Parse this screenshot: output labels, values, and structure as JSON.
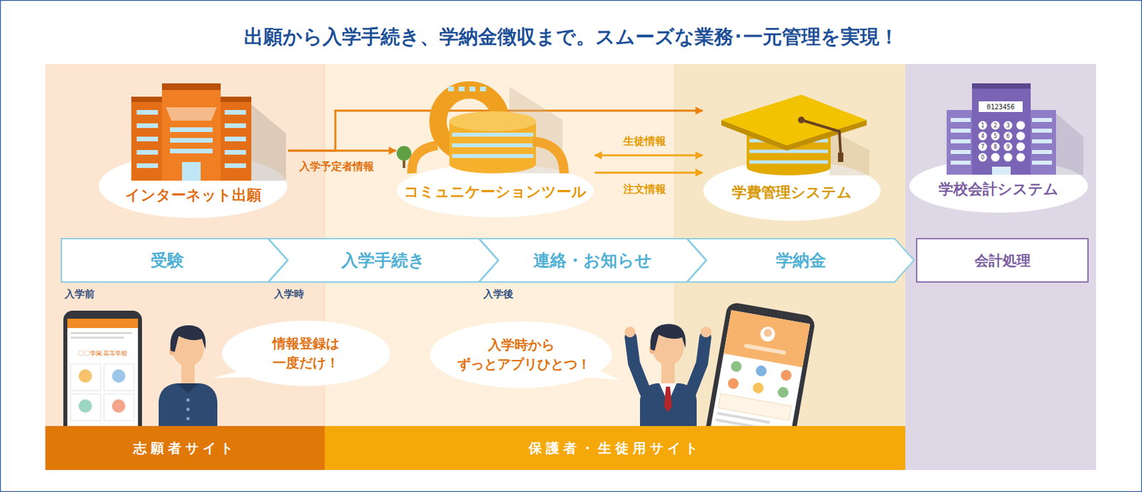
{
  "diagram": {
    "title": "出願から入学手続き、学納金徴収まで。スムーズな業務･一元管理を実現！",
    "nodes": [
      {
        "text": [
          "インターネット出願"
        ]
      },
      {
        "text": [
          "コミュニケーションツール"
        ]
      },
      {
        "text": [
          "学費管理システム"
        ]
      },
      {
        "text": [
          "学校会計システム"
        ]
      },
      {
        "text": [
          "受験"
        ]
      },
      {
        "text": [
          "入学手続き"
        ]
      },
      {
        "text": [
          "連絡・お知らせ"
        ]
      },
      {
        "text": [
          "学納金"
        ]
      },
      {
        "text": [
          "会計処理"
        ]
      },
      {
        "text": [
          "情報登録は 一度だけ！"
        ]
      },
      {
        "text": [
          "入学時から ずっとアプリひとつ！"
        ]
      },
      {
        "text": [
          "志願者サイト"
        ]
      },
      {
        "text": [
          "保護者・生徒用サイト"
        ]
      }
    ],
    "edges": [
      {
        "from": 0,
        "to": 1,
        "arrow": "to",
        "label": "入学予定者情報"
      },
      {
        "from": 0,
        "to": 2,
        "arrow": "to"
      },
      {
        "from": 1,
        "to": 2,
        "arrow": "both",
        "label": "生徒情報"
      },
      {
        "from": 1,
        "to": 2,
        "arrow": "to",
        "label": "注文情報"
      }
    ],
    "labels": [
      "入学前",
      "入学時",
      "入学後",
      "〇〇学園 高等学校",
      "0123456",
      "1",
      "2",
      "3",
      "4",
      "5",
      "6",
      "7",
      "8",
      "9",
      "0"
    ]
  }
}
